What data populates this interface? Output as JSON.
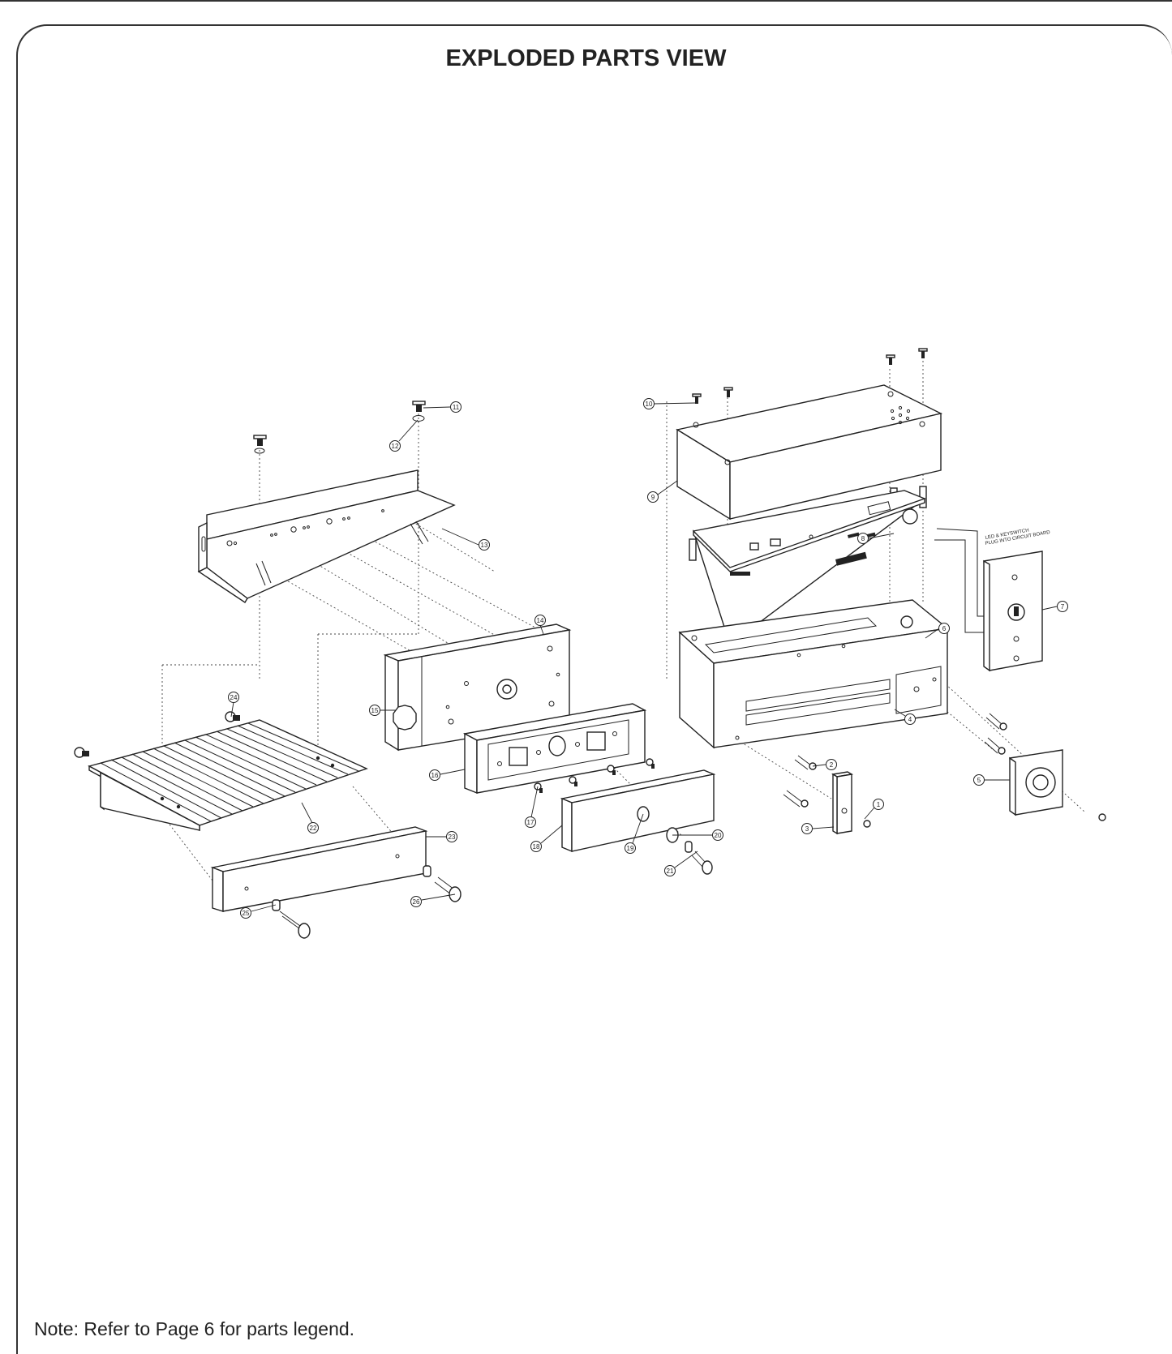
{
  "title": "EXPLODED PARTS VIEW",
  "note": "Note: Refer to Page 6 for parts legend.",
  "wiring_label_line1": "LED & KEYSWITCH",
  "wiring_label_line2": "PLUG INTO CIRCUIT BOARD",
  "callouts": [
    "1",
    "2",
    "3",
    "4",
    "5",
    "6",
    "7",
    "8",
    "9",
    "10",
    "11",
    "12",
    "13",
    "14",
    "15",
    "16",
    "17",
    "18",
    "19",
    "20",
    "21",
    "22",
    "23",
    "24",
    "25",
    "26"
  ]
}
